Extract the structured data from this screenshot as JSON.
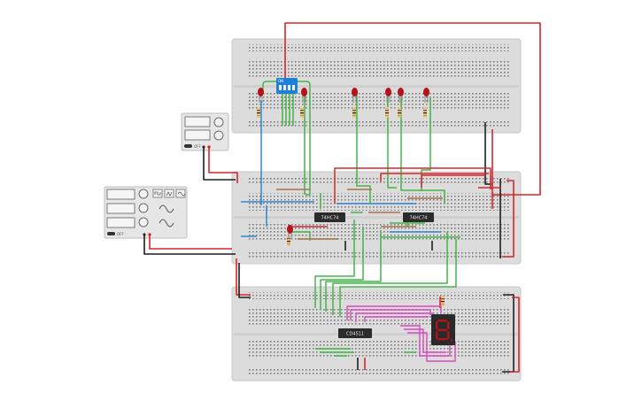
{
  "chips": {
    "ic1": "74HC74",
    "ic2": "74HC74",
    "ic3": "CD4511"
  },
  "dip_switch": {
    "label": "ON"
  },
  "display": {
    "digit": "8"
  },
  "power_supply": {
    "switch_label": "OFF"
  },
  "function_generator": {
    "switch_label": "OFF"
  },
  "colors": {
    "wire_red": "#d7262c",
    "wire_black": "#1e1e1e",
    "wire_green": "#44b548",
    "wire_blue": "#2f86d6",
    "wire_magenta": "#d94ac0",
    "wire_brown": "#a8734a",
    "breadboard": "#dcdcdc",
    "led": "#b5121b",
    "chip": "#2b2b2b",
    "dip": "#1f7fd6"
  }
}
